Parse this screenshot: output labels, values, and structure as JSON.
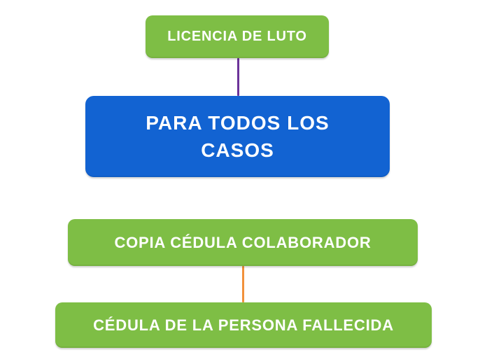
{
  "diagram": {
    "type": "mindmap",
    "background_color": "#ffffff",
    "text_color": "#ffffff",
    "nodes": [
      {
        "id": "licencia-de-luto",
        "label": "LICENCIA DE LUTO",
        "shape": "rounded-rect",
        "color": "#7EBE45"
      },
      {
        "id": "para-todos-los-casos",
        "label": "PARA TODOS LOS CASOS",
        "shape": "rounded-rect",
        "color": "#1263D2"
      },
      {
        "id": "copia-cedula-colaborador",
        "label": "COPIA CÉDULA COLABORADOR",
        "shape": "rounded-rect",
        "color": "#7EBE45"
      },
      {
        "id": "cedula-persona-fallecida",
        "label": "CÉDULA DE LA PERSONA FALLECIDA",
        "shape": "rounded-rect",
        "color": "#7EBE45"
      }
    ],
    "connectors": [
      {
        "from": "licencia-de-luto",
        "to": "para-todos-los-casos",
        "orientation": "vertical",
        "color": "#6C3399"
      },
      {
        "from": "copia-cedula-colaborador",
        "to": "cedula-persona-fallecida",
        "orientation": "vertical",
        "color": "#F2913B"
      }
    ]
  }
}
